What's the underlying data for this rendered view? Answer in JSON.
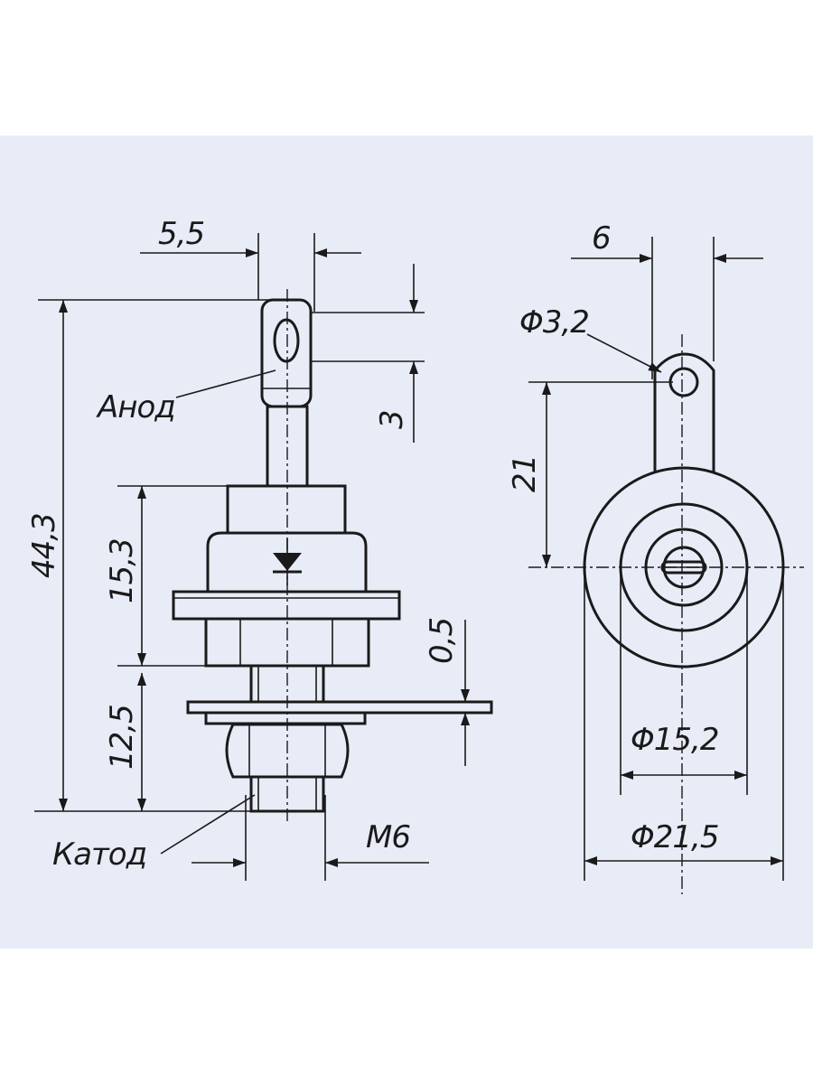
{
  "diagram": {
    "background_color": "#e8ecf7",
    "line_color": "#1a1a1a",
    "labels": {
      "anode": "Анод",
      "cathode": "Катод"
    },
    "side_view": {
      "width_top": "5,5",
      "hole_height": "3",
      "total_height": "44,3",
      "body_height": "15,3",
      "plate_thickness": "0,5",
      "thread_length": "12,5",
      "thread": "М6"
    },
    "front_view": {
      "tab_width": "6",
      "hole_diameter": "Φ3,2",
      "center_to_hole": "21",
      "inner_diameter": "Φ15,2",
      "outer_diameter": "Φ21,5"
    }
  }
}
